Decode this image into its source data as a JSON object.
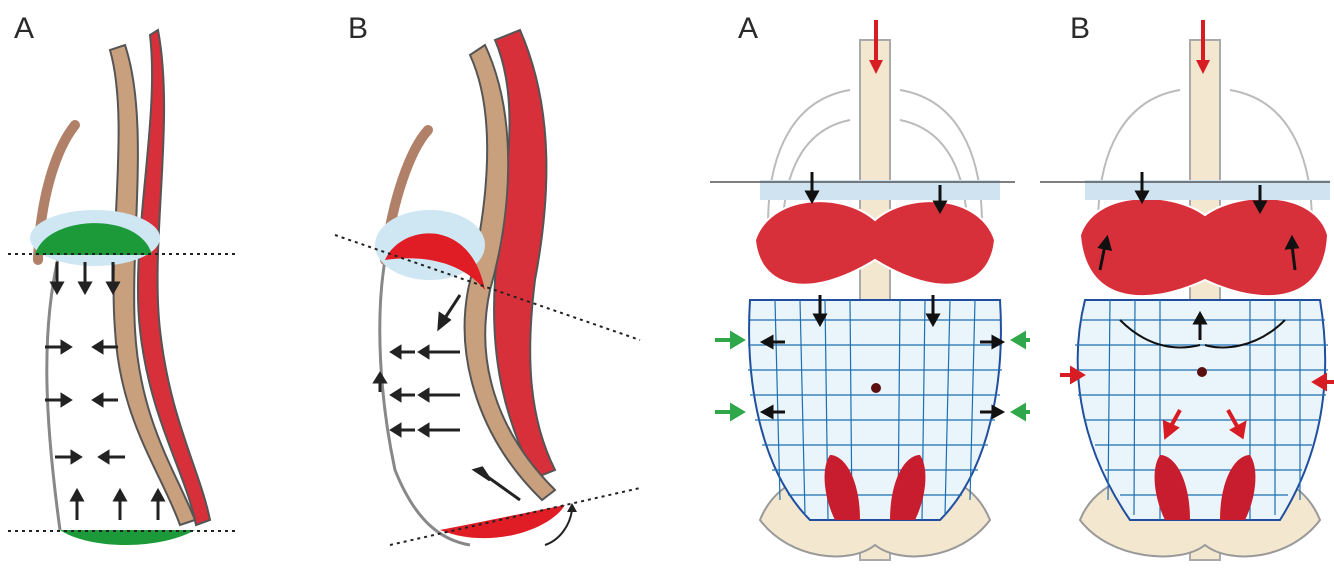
{
  "panels": [
    {
      "label": "A"
    },
    {
      "label": "B"
    },
    {
      "label": "A"
    },
    {
      "label": "B"
    }
  ]
}
